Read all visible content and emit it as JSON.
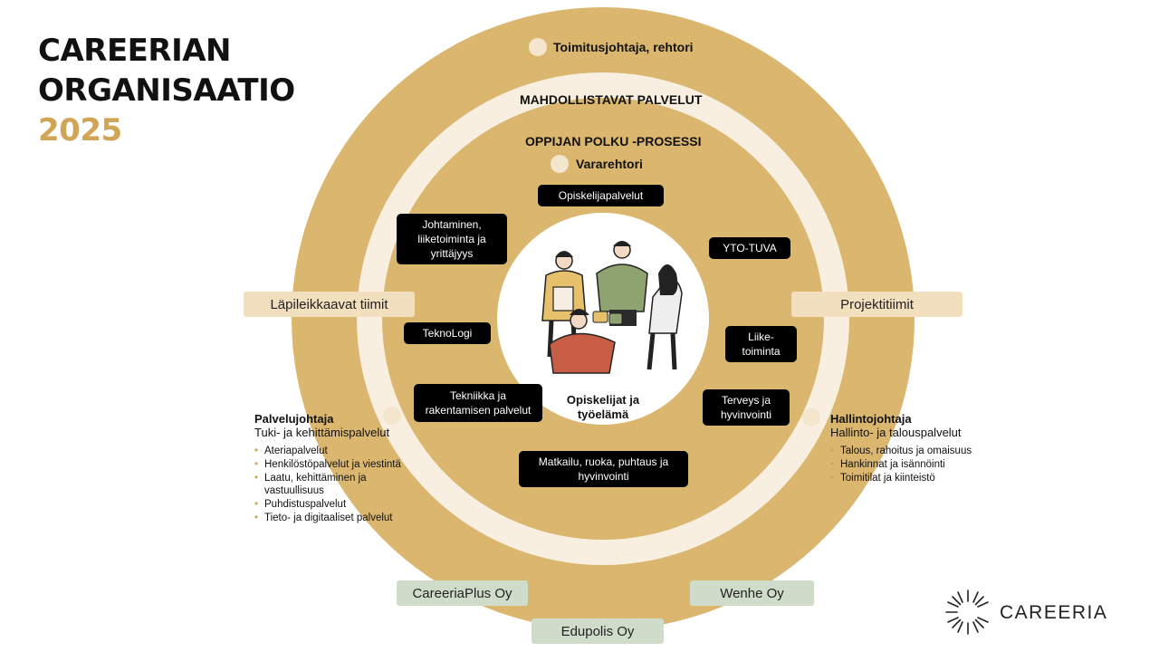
{
  "title": {
    "line1": "CAREERIAN",
    "line2": "ORGANISAATIO",
    "year": "2025"
  },
  "colors": {
    "gold": "#dab66f",
    "cream": "#f8efe0",
    "accent": "#d0a555",
    "beige_tag": "#f1dfbd",
    "green_tag": "#cfdcc9"
  },
  "rings": {
    "outer_label": "Toimitusjohtaja, rehtori",
    "middle_label": "MAHDOLLISTAVAT PALVELUT",
    "inner_label": "OPPIJAN POLKU -PROSESSI",
    "inner_person": "Vararehtori"
  },
  "center": {
    "label_line1": "Opiskelijat ja",
    "label_line2": "työelämä",
    "image": "people-collaborating-illustration"
  },
  "units": {
    "opiskelijapalvelut": "Opiskelijapalvelut",
    "johtaminen": "Johtaminen, liiketoiminta ja yrittäjyys",
    "yto_tuva": "YTO-TUVA",
    "teknologi": "TeknoLogi",
    "liiketoiminta": "Liike-toiminta",
    "tekniikka": "Tekniikka ja rakentamisen palvelut",
    "terveys": "Terveys ja hyvinvointi",
    "matkailu": "Matkailu, ruoka, puhtaus ja hyvinvointi"
  },
  "teams": {
    "left": "Läpileikkaavat tiimit",
    "right": "Projektitiimit"
  },
  "palvelujohtaja": {
    "title": "Palvelujohtaja",
    "subtitle": "Tuki- ja kehittämispalvelut",
    "items": [
      "Ateriapalvelut",
      "Henkilöstöpalvelut ja viestintä",
      "Laatu, kehittäminen ja vastuullisuus",
      "Puhdistuspalvelut",
      "Tieto- ja digitaaliset palvelut"
    ]
  },
  "hallintojohtaja": {
    "title": "Hallintojohtaja",
    "subtitle": "Hallinto- ja talouspalvelut",
    "items": [
      "Talous, rahoitus ja omaisuus",
      "Hankinnat ja isännöinti",
      "Toimitilat ja kiinteistö"
    ]
  },
  "companies": {
    "careeriaplus": "CareeriaPlus Oy",
    "wenhe": "Wenhe Oy",
    "edupolis": "Edupolis Oy"
  },
  "logo": {
    "text": "CAREERIA",
    "icon": "careeria-sunburst-logo"
  }
}
